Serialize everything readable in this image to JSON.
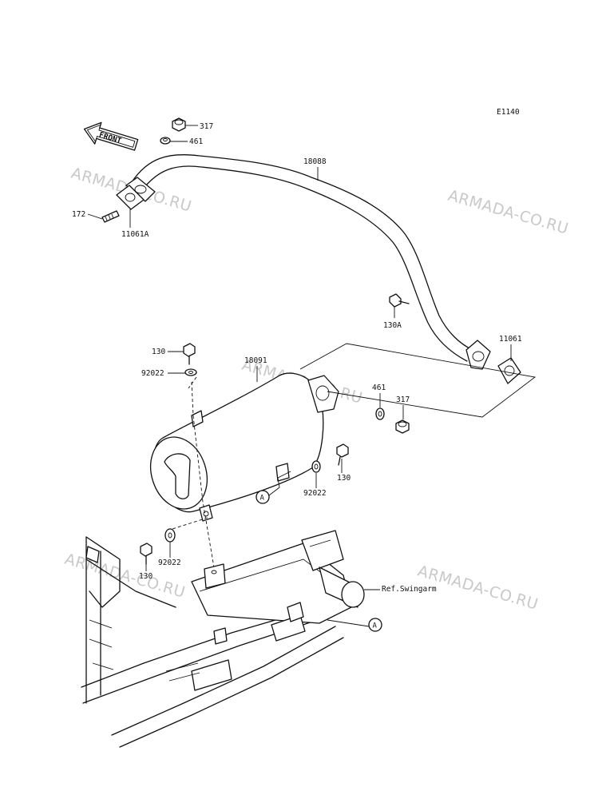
{
  "diagram": {
    "code": "E1140",
    "front_label": "FRONT",
    "ref_label": "Ref.Swingarm",
    "callout_a_1": "A",
    "callout_a_2": "A"
  },
  "watermarks": [
    "ARMADA-CO.RU",
    "ARMADA-CO.RU",
    "ARMADA-CO.RU",
    "ARMADA-CO.RU",
    "ARMADA-CO.RU"
  ],
  "parts": [
    {
      "id": "317",
      "label": "317"
    },
    {
      "id": "461",
      "label": "461"
    },
    {
      "id": "18088",
      "label": "18088"
    },
    {
      "id": "172",
      "label": "172"
    },
    {
      "id": "11061A",
      "label": "11061A"
    },
    {
      "id": "130A",
      "label": "130A"
    },
    {
      "id": "11061",
      "label": "11061"
    },
    {
      "id": "130",
      "label": "130"
    },
    {
      "id": "92022",
      "label": "92022"
    },
    {
      "id": "18091",
      "label": "18091"
    },
    {
      "id": "461b",
      "label": "461"
    },
    {
      "id": "317b",
      "label": "317"
    },
    {
      "id": "130b",
      "label": "130"
    },
    {
      "id": "92022b",
      "label": "92022"
    },
    {
      "id": "92022c",
      "label": "92022"
    },
    {
      "id": "130c",
      "label": "130"
    }
  ]
}
